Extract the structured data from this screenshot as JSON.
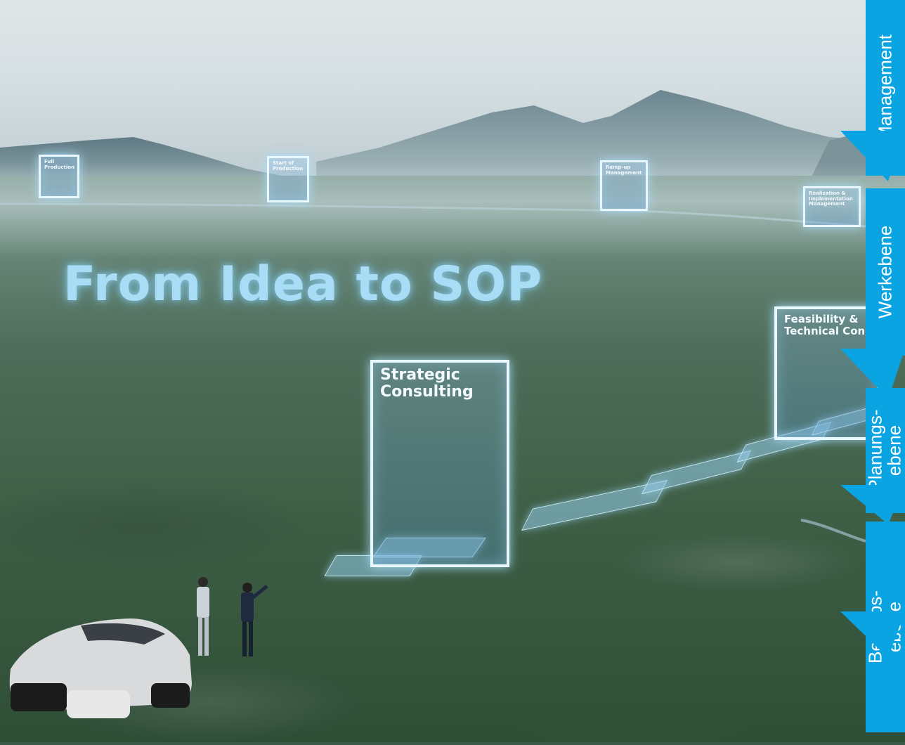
{
  "headline": "From Idea to SOP",
  "panels": {
    "full_production": "Full\nProduction",
    "start_of_production": "Start of\nProduction",
    "ramp_up": "Ramp-up\nManagement",
    "realization": "Realization &\nImplementation\nManagement",
    "feasibility": "Feasibility &\nTechnical Consu",
    "strategic": "Strategic\nConsulting"
  },
  "sidebar": {
    "levels": [
      {
        "label": "Management"
      },
      {
        "label": "Werkebene"
      },
      {
        "label": "Planungs-\nebene"
      },
      {
        "label": "Betriebs-\nebene"
      }
    ]
  },
  "colors": {
    "sidebar_blue": "#0aa4e3",
    "panel_glow": "#e9f8ff",
    "headline": "#a9ddf5"
  }
}
